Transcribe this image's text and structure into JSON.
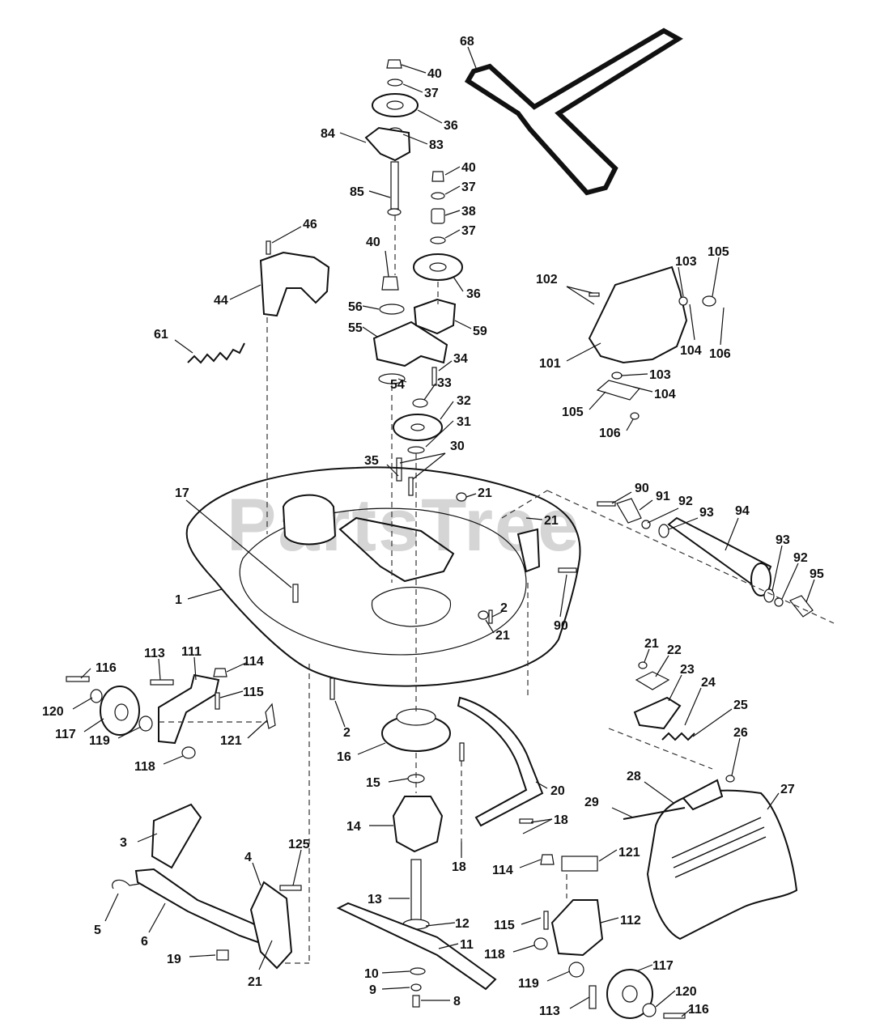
{
  "watermark": "PartsTree",
  "colors": {
    "ink": "#111111",
    "paper": "#ffffff",
    "watermark": "#c8c8c8"
  },
  "callouts": [
    {
      "id": "c68",
      "label": "68"
    },
    {
      "id": "c40a",
      "label": "40"
    },
    {
      "id": "c37a",
      "label": "37"
    },
    {
      "id": "c36a",
      "label": "36"
    },
    {
      "id": "c83",
      "label": "83"
    },
    {
      "id": "c84",
      "label": "84"
    },
    {
      "id": "c85",
      "label": "85"
    },
    {
      "id": "c40b",
      "label": "40"
    },
    {
      "id": "c37b",
      "label": "37"
    },
    {
      "id": "c38",
      "label": "38"
    },
    {
      "id": "c37c",
      "label": "37"
    },
    {
      "id": "c46",
      "label": "46"
    },
    {
      "id": "c40c",
      "label": "40"
    },
    {
      "id": "c36b",
      "label": "36"
    },
    {
      "id": "c44",
      "label": "44"
    },
    {
      "id": "c56",
      "label": "56"
    },
    {
      "id": "c55",
      "label": "55"
    },
    {
      "id": "c59",
      "label": "59"
    },
    {
      "id": "c61",
      "label": "61"
    },
    {
      "id": "c34",
      "label": "34"
    },
    {
      "id": "c54",
      "label": "54"
    },
    {
      "id": "c33",
      "label": "33"
    },
    {
      "id": "c32",
      "label": "32"
    },
    {
      "id": "c31",
      "label": "31"
    },
    {
      "id": "c30",
      "label": "30"
    },
    {
      "id": "c35",
      "label": "35"
    },
    {
      "id": "c102",
      "label": "102"
    },
    {
      "id": "c103a",
      "label": "103"
    },
    {
      "id": "c105a",
      "label": "105"
    },
    {
      "id": "c101",
      "label": "101"
    },
    {
      "id": "c104a",
      "label": "104"
    },
    {
      "id": "c106a",
      "label": "106"
    },
    {
      "id": "c103b",
      "label": "103"
    },
    {
      "id": "c104b",
      "label": "104"
    },
    {
      "id": "c105b",
      "label": "105"
    },
    {
      "id": "c106b",
      "label": "106"
    },
    {
      "id": "c17",
      "label": "17"
    },
    {
      "id": "c21a",
      "label": "21"
    },
    {
      "id": "c21b",
      "label": "21"
    },
    {
      "id": "c90a",
      "label": "90"
    },
    {
      "id": "c91",
      "label": "91"
    },
    {
      "id": "c92a",
      "label": "92"
    },
    {
      "id": "c93a",
      "label": "93"
    },
    {
      "id": "c94",
      "label": "94"
    },
    {
      "id": "c93b",
      "label": "93"
    },
    {
      "id": "c92b",
      "label": "92"
    },
    {
      "id": "c95",
      "label": "95"
    },
    {
      "id": "c1",
      "label": "1"
    },
    {
      "id": "c2a",
      "label": "2"
    },
    {
      "id": "c21c",
      "label": "21"
    },
    {
      "id": "c90b",
      "label": "90"
    },
    {
      "id": "c116a",
      "label": "116"
    },
    {
      "id": "c113a",
      "label": "113"
    },
    {
      "id": "c111",
      "label": "111"
    },
    {
      "id": "c114a",
      "label": "114"
    },
    {
      "id": "c115a",
      "label": "115"
    },
    {
      "id": "c120a",
      "label": "120"
    },
    {
      "id": "c117a",
      "label": "117"
    },
    {
      "id": "c119a",
      "label": "119"
    },
    {
      "id": "c121a",
      "label": "121"
    },
    {
      "id": "c118a",
      "label": "118"
    },
    {
      "id": "c2b",
      "label": "2"
    },
    {
      "id": "c16",
      "label": "16"
    },
    {
      "id": "c21d",
      "label": "21"
    },
    {
      "id": "c22",
      "label": "22"
    },
    {
      "id": "c23",
      "label": "23"
    },
    {
      "id": "c24",
      "label": "24"
    },
    {
      "id": "c25",
      "label": "25"
    },
    {
      "id": "c26",
      "label": "26"
    },
    {
      "id": "c15",
      "label": "15"
    },
    {
      "id": "c20",
      "label": "20"
    },
    {
      "id": "c28",
      "label": "28"
    },
    {
      "id": "c27",
      "label": "27"
    },
    {
      "id": "c29",
      "label": "29"
    },
    {
      "id": "c14",
      "label": "14"
    },
    {
      "id": "c18a",
      "label": "18"
    },
    {
      "id": "c18b",
      "label": "18"
    },
    {
      "id": "c114b",
      "label": "114"
    },
    {
      "id": "c121b",
      "label": "121"
    },
    {
      "id": "c3",
      "label": "3"
    },
    {
      "id": "c4",
      "label": "4"
    },
    {
      "id": "c125",
      "label": "125"
    },
    {
      "id": "c13",
      "label": "13"
    },
    {
      "id": "c12",
      "label": "12"
    },
    {
      "id": "c112",
      "label": "112"
    },
    {
      "id": "c115b",
      "label": "115"
    },
    {
      "id": "c5",
      "label": "5"
    },
    {
      "id": "c6",
      "label": "6"
    },
    {
      "id": "c11",
      "label": "11"
    },
    {
      "id": "c118b",
      "label": "118"
    },
    {
      "id": "c117b",
      "label": "117"
    },
    {
      "id": "c19",
      "label": "19"
    },
    {
      "id": "c21e",
      "label": "21"
    },
    {
      "id": "c10",
      "label": "10"
    },
    {
      "id": "c9",
      "label": "9"
    },
    {
      "id": "c119b",
      "label": "119"
    },
    {
      "id": "c120b",
      "label": "120"
    },
    {
      "id": "c8",
      "label": "8"
    },
    {
      "id": "c113b",
      "label": "113"
    },
    {
      "id": "c116b",
      "label": "116"
    }
  ]
}
